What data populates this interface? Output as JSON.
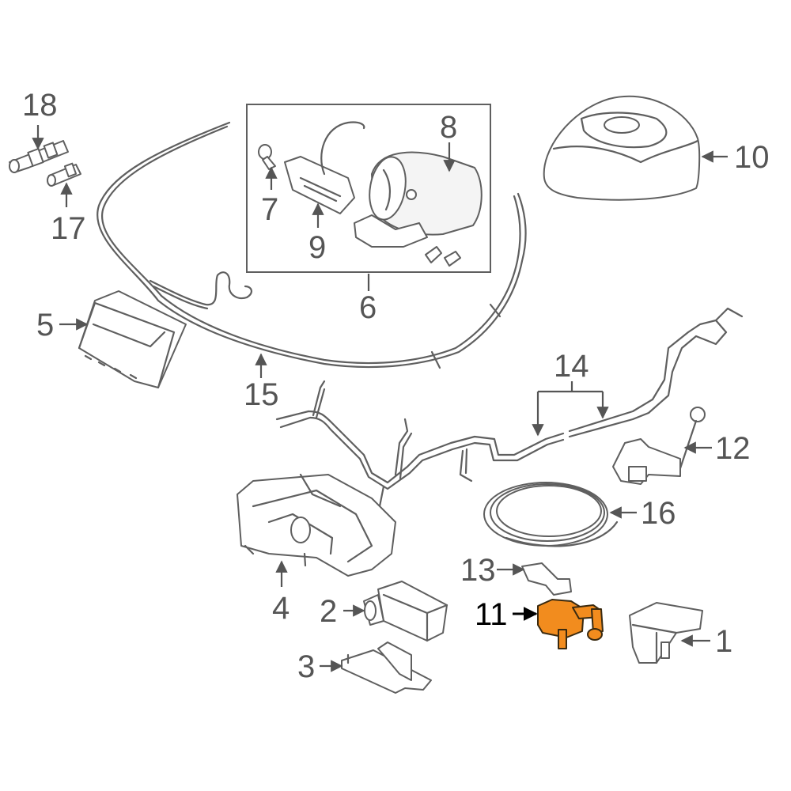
{
  "highlight_color": "#f28c1e",
  "callouts": {
    "c1": "1",
    "c2": "2",
    "c3": "3",
    "c4": "4",
    "c5": "5",
    "c6": "6",
    "c7": "7",
    "c8": "8",
    "c9": "9",
    "c10": "10",
    "c11": "11",
    "c12": "12",
    "c13": "13",
    "c14": "14",
    "c15": "15",
    "c16": "16",
    "c17": "17",
    "c18": "18"
  },
  "highlighted_callout": "11"
}
